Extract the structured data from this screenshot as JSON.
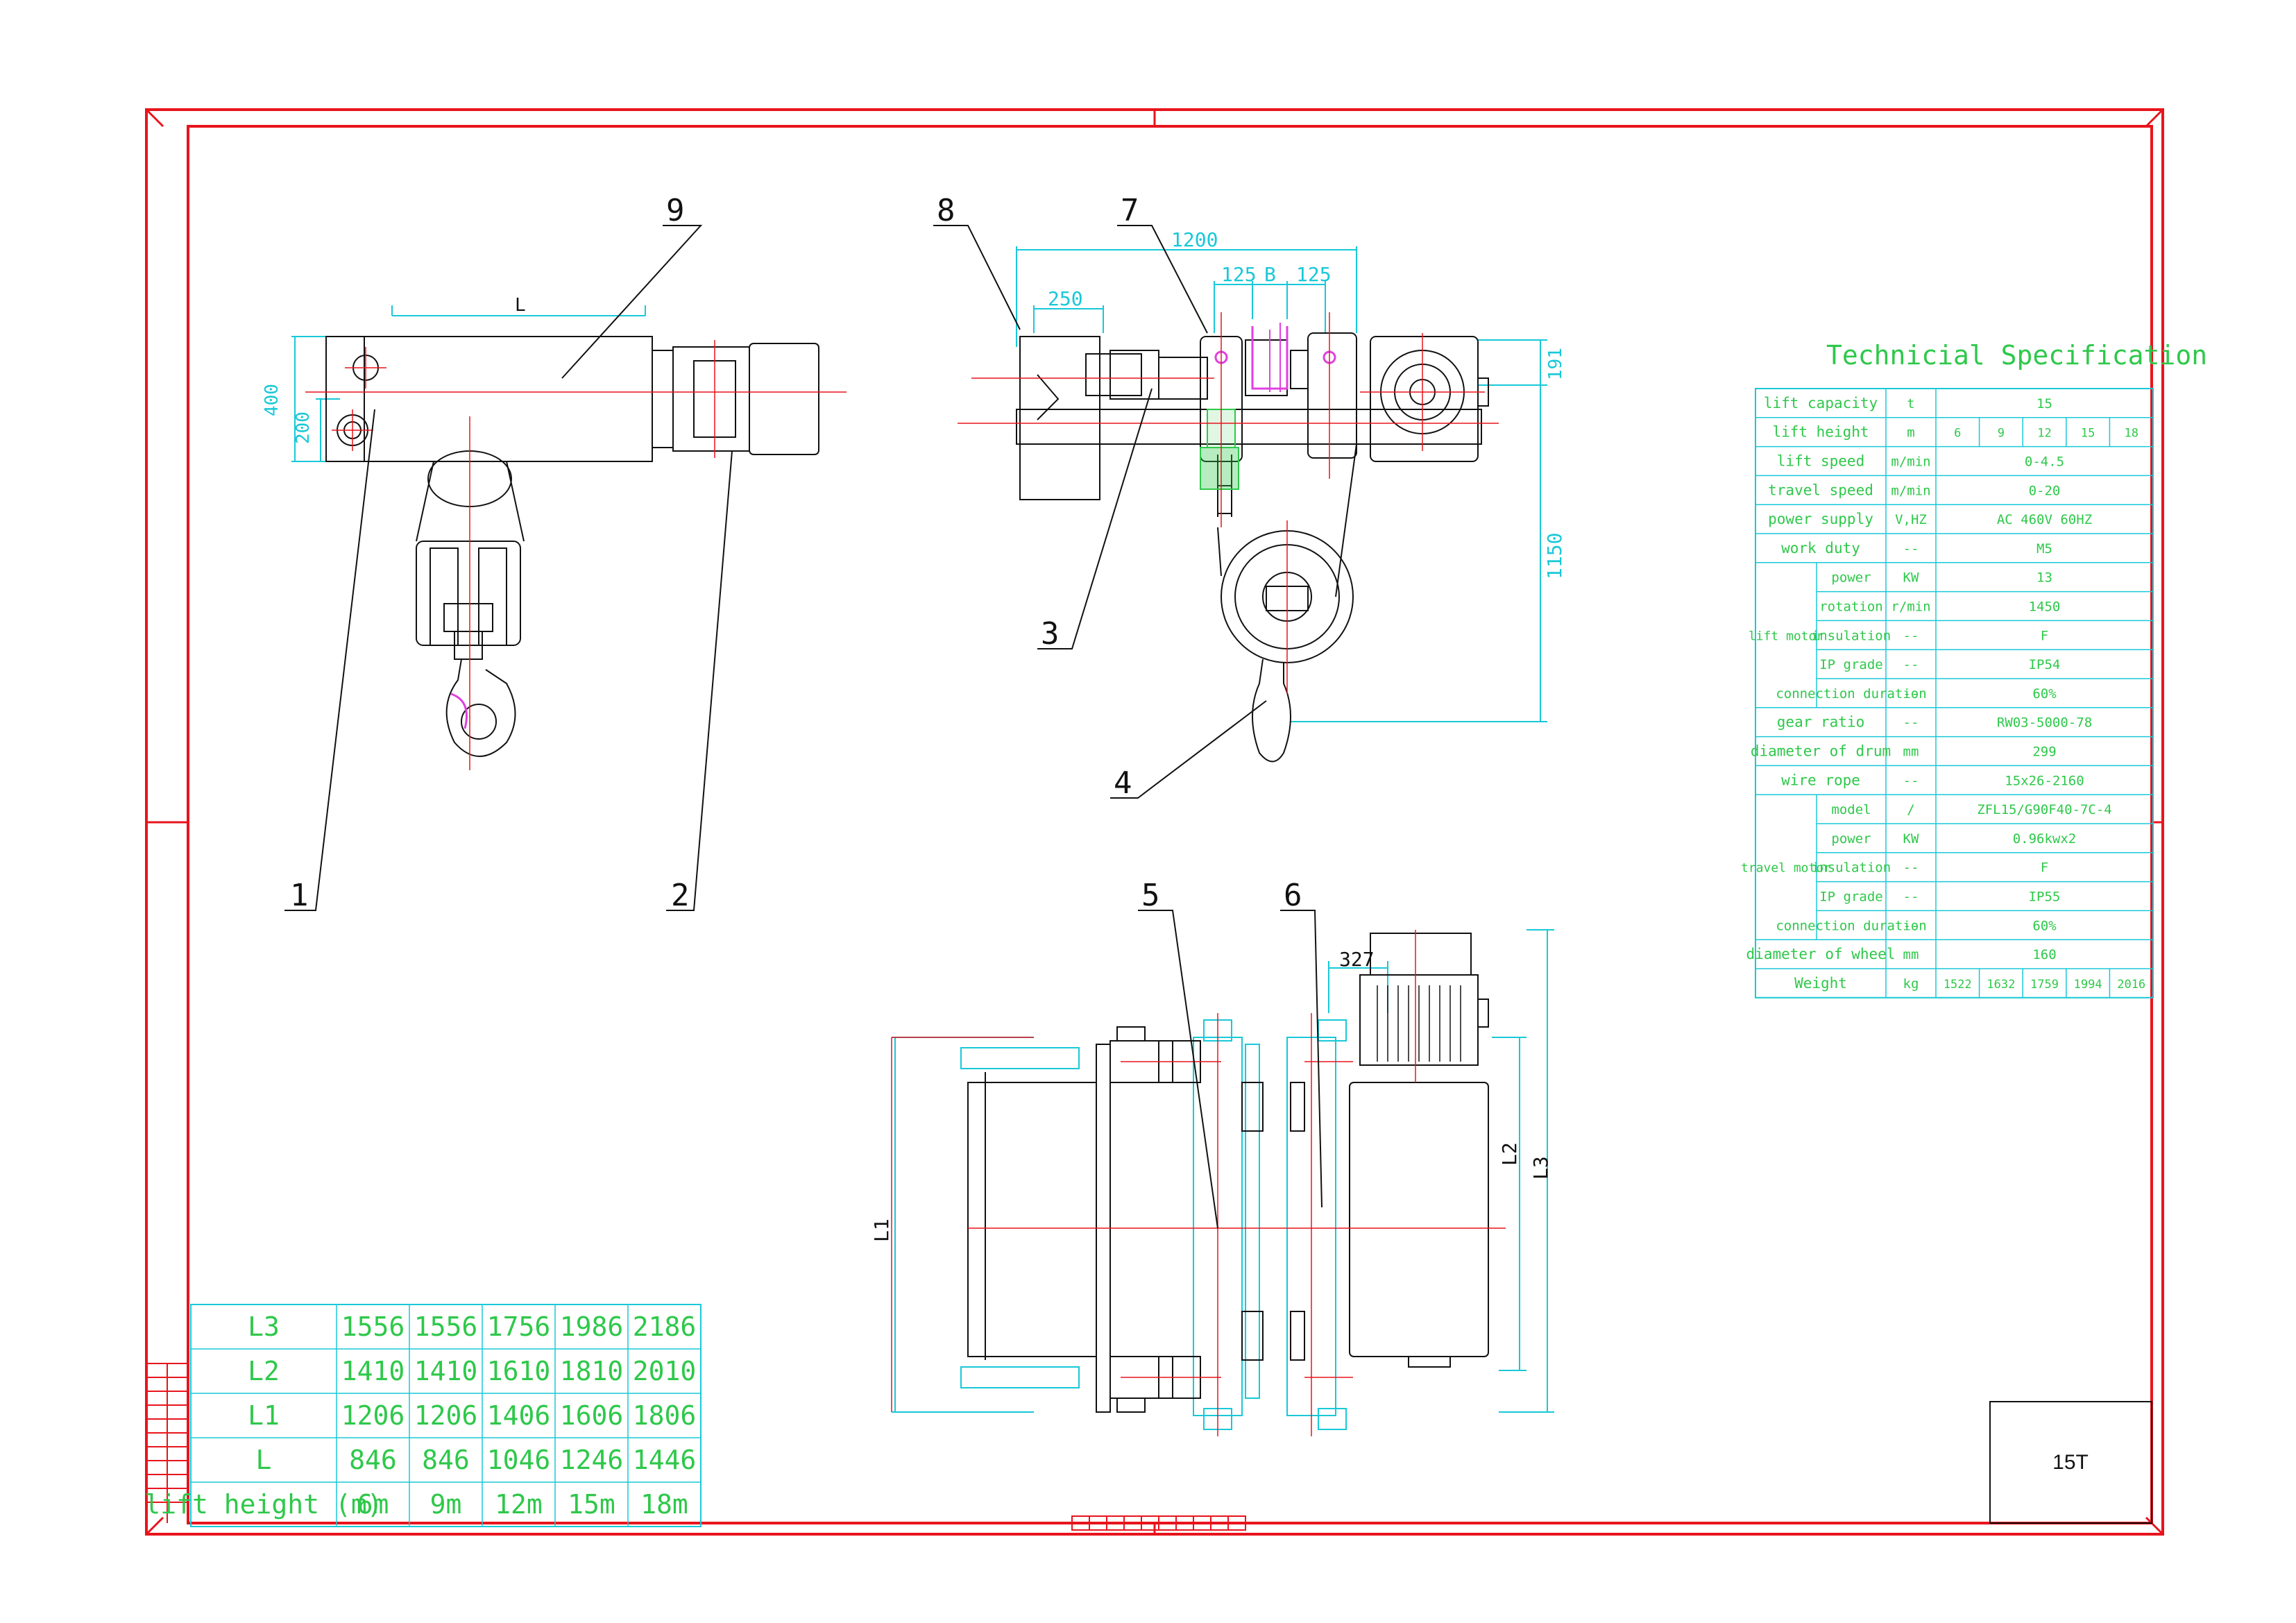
{
  "colors": {
    "frame": "#e8141c",
    "cyan": "#18c8d8",
    "green": "#2ec84a",
    "black": "#111111",
    "magenta": "#e040e0",
    "grey": "#c8c8c8"
  },
  "callouts": [
    "9",
    "8",
    "7",
    "3",
    "4",
    "1",
    "2",
    "5",
    "6"
  ],
  "dims": {
    "side_L": "L",
    "side_400": "400",
    "side_200": "200",
    "front_1200": "1200",
    "front_250": "250",
    "front_125a": "125",
    "front_B": "B",
    "front_125b": "125",
    "front_191": "191",
    "front_1150": "1150",
    "top_327": "327",
    "top_L1": "L1",
    "top_L2": "L2",
    "top_L3": "L3"
  },
  "spec": {
    "title": "Technicial Specification",
    "rows": [
      {
        "label": "lift capacity",
        "unit": "t",
        "values": [
          "15"
        ]
      },
      {
        "label": "lift height",
        "unit": "m",
        "values": [
          "6",
          "9",
          "12",
          "15",
          "18"
        ]
      },
      {
        "label": "lift speed",
        "unit": "m/min",
        "values": [
          "0-4.5"
        ]
      },
      {
        "label": "travel speed",
        "unit": "m/min",
        "values": [
          "0-20"
        ]
      },
      {
        "label": "power supply",
        "unit": "V,HZ",
        "values": [
          "AC 460V 60HZ"
        ]
      },
      {
        "label": "work duty",
        "unit": "--",
        "values": [
          "M5"
        ]
      },
      {
        "group": "lift motor",
        "label": "power",
        "unit": "KW",
        "values": [
          "13"
        ]
      },
      {
        "group": "lift motor",
        "label": "rotation",
        "unit": "r/min",
        "values": [
          "1450"
        ]
      },
      {
        "group": "lift motor",
        "label": "insulation",
        "unit": "--",
        "values": [
          "F"
        ]
      },
      {
        "group": "lift motor",
        "label": "IP grade",
        "unit": "--",
        "values": [
          "IP54"
        ]
      },
      {
        "group": "lift motor",
        "label": "connection duration",
        "unit": "--",
        "values": [
          "60%"
        ]
      },
      {
        "label": "gear ratio",
        "unit": "--",
        "values": [
          "RW03-5000-78"
        ]
      },
      {
        "label": "diameter of drum",
        "unit": "mm",
        "values": [
          "299"
        ]
      },
      {
        "label": "wire rope",
        "unit": "--",
        "values": [
          "15x26-2160"
        ]
      },
      {
        "group": "travel motor",
        "label": "model",
        "unit": "/",
        "values": [
          "ZFL15/G90F40-7C-4"
        ]
      },
      {
        "group": "travel motor",
        "label": "power",
        "unit": "KW",
        "values": [
          "0.96kwx2"
        ]
      },
      {
        "group": "travel motor",
        "label": "insulation",
        "unit": "--",
        "values": [
          "F"
        ]
      },
      {
        "group": "travel motor",
        "label": "IP grade",
        "unit": "--",
        "values": [
          "IP55"
        ]
      },
      {
        "group": "travel motor",
        "label": "connection duration",
        "unit": "--",
        "values": [
          "60%"
        ]
      },
      {
        "label": "diameter of wheel",
        "unit": "mm",
        "values": [
          "160"
        ]
      },
      {
        "label": "Weight",
        "unit": "kg",
        "values": [
          "1522",
          "1632",
          "1759",
          "1994",
          "2016"
        ]
      }
    ]
  },
  "dim_table": {
    "rows": [
      {
        "label": "L3",
        "values": [
          "1556",
          "1556",
          "1756",
          "1986",
          "2186"
        ]
      },
      {
        "label": "L2",
        "values": [
          "1410",
          "1410",
          "1610",
          "1810",
          "2010"
        ]
      },
      {
        "label": "L1",
        "values": [
          "1206",
          "1206",
          "1406",
          "1606",
          "1806"
        ]
      },
      {
        "label": "L",
        "values": [
          "846",
          "846",
          "1046",
          "1246",
          "1446"
        ]
      },
      {
        "label": "lift height (m)",
        "values": [
          "6m",
          "9m",
          "12m",
          "15m",
          "18m"
        ]
      }
    ]
  },
  "title_block": {
    "model": "15T"
  }
}
